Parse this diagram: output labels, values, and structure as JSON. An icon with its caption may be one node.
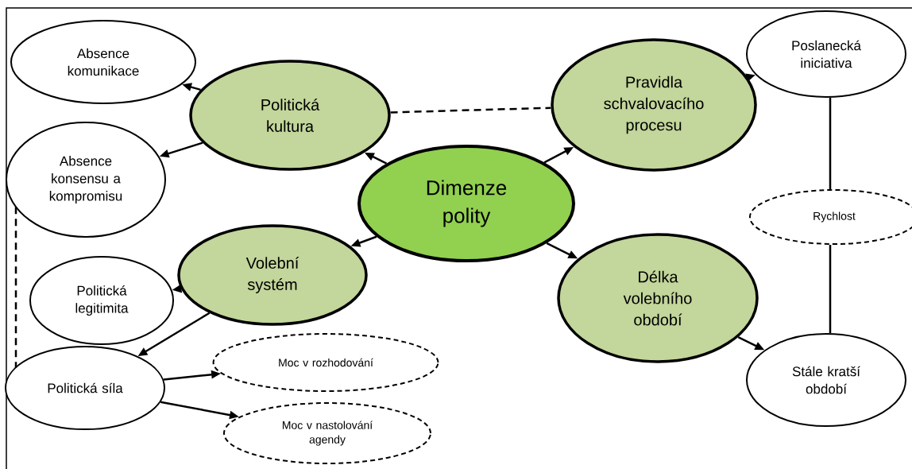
{
  "diagram": {
    "nodes": [
      {
        "text": [
          "Absence komunikace"
        ]
      },
      {
        "text": [
          "Politická kultura"
        ]
      },
      {
        "text": [
          "Poslanecká iniciativa"
        ]
      },
      {
        "text": [
          "Pravidla schvalovacího procesu"
        ]
      },
      {
        "text": [
          "Absence konsensu a kompromisu"
        ]
      },
      {
        "text": [
          "Dimenze polity"
        ]
      },
      {
        "text": [
          "Rychlost"
        ]
      },
      {
        "text": [
          "Volební systém"
        ]
      },
      {
        "text": [
          "Politická legitimita"
        ]
      },
      {
        "text": [
          "Délka volebního období"
        ]
      },
      {
        "text": [
          "Moc v rozhodování"
        ]
      },
      {
        "text": [
          "Politická síla"
        ]
      },
      {
        "text": [
          "Moc v nastolování agendy"
        ]
      },
      {
        "text": [
          "Stále kratší období"
        ]
      }
    ],
    "edges": [
      {
        "from": 5,
        "to": 1,
        "arrow": "to"
      },
      {
        "from": 5,
        "to": 3,
        "arrow": "to"
      },
      {
        "from": 5,
        "to": 7,
        "arrow": "to"
      },
      {
        "from": 5,
        "to": 9,
        "arrow": "to"
      },
      {
        "from": 1,
        "to": 0,
        "arrow": "to"
      },
      {
        "from": 1,
        "to": 4,
        "arrow": "to"
      },
      {
        "from": 1,
        "to": 3,
        "arrow": "none",
        "style": "dashed"
      },
      {
        "from": 3,
        "to": 2,
        "arrow": "to"
      },
      {
        "from": 2,
        "to": 6,
        "arrow": "none"
      },
      {
        "from": 6,
        "to": 13,
        "arrow": "none"
      },
      {
        "from": 9,
        "to": 13,
        "arrow": "to"
      },
      {
        "from": 7,
        "to": 8,
        "arrow": "to"
      },
      {
        "from": 7,
        "to": 11,
        "arrow": "to"
      },
      {
        "from": 11,
        "to": 10,
        "arrow": "to"
      },
      {
        "from": 11,
        "to": 12,
        "arrow": "to"
      },
      {
        "from": 4,
        "to": 11,
        "arrow": "none",
        "style": "dashed"
      }
    ]
  }
}
